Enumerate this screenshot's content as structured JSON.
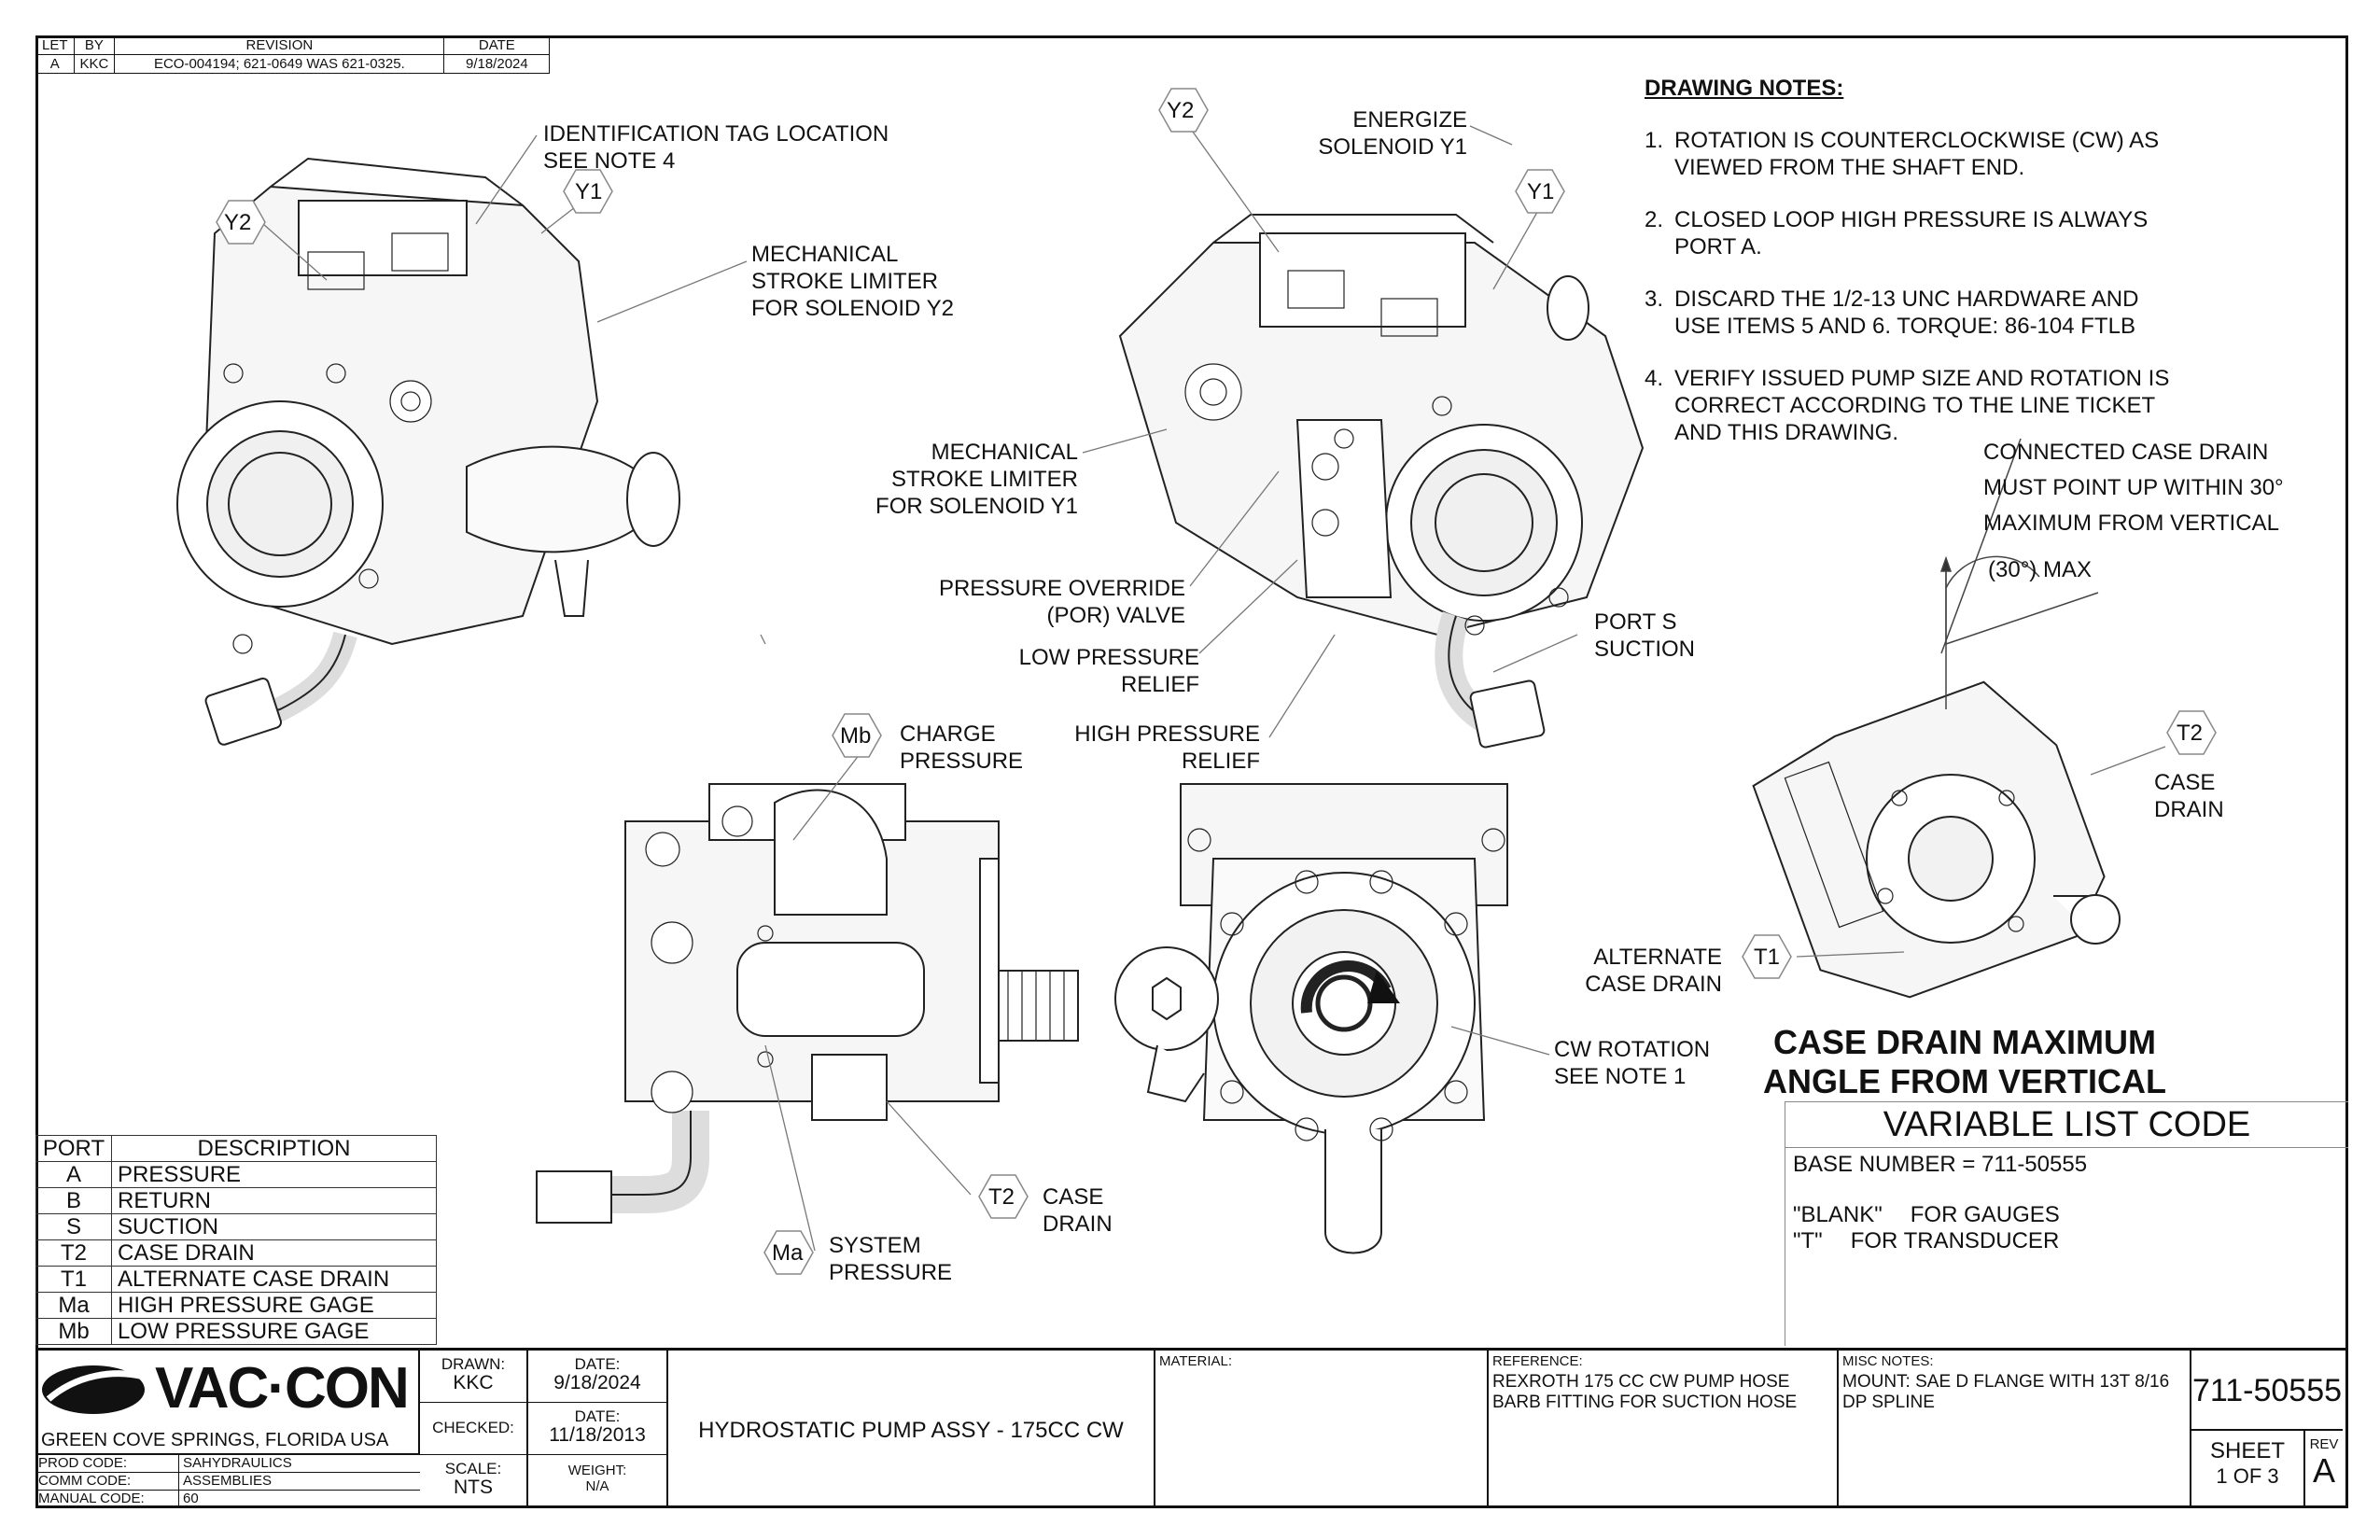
{
  "revision_table": {
    "headers": [
      "LET",
      "BY",
      "REVISION",
      "DATE"
    ],
    "row": [
      "A",
      "KKC",
      "ECO-004194; 621-0649 WAS 621-0325.",
      "9/18/2024"
    ]
  },
  "callouts": {
    "id_tag": [
      "IDENTIFICATION TAG LOCATION",
      "SEE NOTE 4"
    ],
    "stroke_y2": [
      "MECHANICAL",
      "STROKE LIMITER",
      "FOR SOLENOID Y2"
    ],
    "energize": [
      "ENERGIZE",
      "SOLENOID Y1"
    ],
    "stroke_y1": [
      "MECHANICAL",
      "STROKE LIMITER",
      "FOR SOLENOID Y1"
    ],
    "por": [
      "PRESSURE OVERRIDE",
      "(POR) VALVE"
    ],
    "lpr": [
      "LOW PRESSURE",
      "RELIEF"
    ],
    "hpr": [
      "HIGH PRESSURE",
      "RELIEF"
    ],
    "port_s": [
      "PORT S",
      "SUCTION"
    ],
    "charge": [
      "CHARGE",
      "PRESSURE"
    ],
    "case_drain_front": [
      "CASE",
      "DRAIN"
    ],
    "system": [
      "SYSTEM",
      "PRESSURE"
    ],
    "cw_rotation": [
      "CW ROTATION",
      "SEE NOTE 1"
    ],
    "case_drain_right": [
      "CASE",
      "DRAIN"
    ],
    "alt_case_drain": [
      "ALTERNATE",
      "CASE DRAIN"
    ],
    "connected": [
      "CONNECTED CASE DRAIN",
      "MUST POINT UP WITHIN 30°",
      "MAXIMUM FROM VERTICAL"
    ],
    "angle_max": "(30°) MAX",
    "case_drain_title": [
      "CASE DRAIN MAXIMUM",
      "ANGLE FROM  VERTICAL"
    ]
  },
  "hex_labels": {
    "y2": "Y2",
    "y1": "Y1",
    "mb": "Mb",
    "ma": "Ma",
    "t2": "T2",
    "t1": "T1"
  },
  "notes": {
    "title": "DRAWING NOTES:",
    "items": [
      {
        "num": "1.",
        "lines": [
          "ROTATION IS COUNTERCLOCKWISE (CW) AS",
          "VIEWED FROM THE SHAFT END."
        ]
      },
      {
        "num": "2.",
        "lines": [
          "CLOSED LOOP HIGH PRESSURE IS ALWAYS",
          "PORT A."
        ]
      },
      {
        "num": "3.",
        "lines": [
          "DISCARD THE 1/2-13 UNC HARDWARE AND",
          "USE ITEMS 5 AND 6.  TORQUE: 86-104 FTLB"
        ]
      },
      {
        "num": "4.",
        "lines": [
          "VERIFY ISSUED PUMP SIZE AND ROTATION IS",
          "CORRECT ACCORDING TO THE LINE TICKET",
          "AND THIS DRAWING."
        ]
      }
    ]
  },
  "variable_list": {
    "title": "VARIABLE LIST CODE",
    "base": "BASE NUMBER = 711-50555",
    "opt1": [
      "\"BLANK\"",
      "FOR GAUGES"
    ],
    "opt2": [
      "\"T\"",
      "FOR TRANSDUCER"
    ]
  },
  "port_table": {
    "headers": [
      "PORT",
      "DESCRIPTION"
    ],
    "rows": [
      [
        "A",
        "PRESSURE"
      ],
      [
        "B",
        "RETURN"
      ],
      [
        "S",
        "SUCTION"
      ],
      [
        "T2",
        "CASE DRAIN"
      ],
      [
        "T1",
        "ALTERNATE CASE DRAIN"
      ],
      [
        "Ma",
        "HIGH PRESSURE GAGE"
      ],
      [
        "Mb",
        "LOW PRESSURE GAGE"
      ]
    ]
  },
  "title_block": {
    "logo_text": "VAC·CON",
    "location": "GREEN COVE SPRINGS, FLORIDA USA",
    "codes": [
      [
        "PROD CODE:",
        "SAHYDRAULICS"
      ],
      [
        "COMM CODE:",
        "ASSEMBLIES"
      ],
      [
        "MANUAL CODE:",
        "60"
      ]
    ],
    "drawn_label": "DRAWN:",
    "drawn": "KKC",
    "date_label": "DATE:",
    "drawn_date": "9/18/2024",
    "checked_label": "CHECKED:",
    "checked_date": "11/18/2013",
    "scale_label": "SCALE:",
    "scale": "NTS",
    "weight_label": "WEIGHT:",
    "weight": "N/A",
    "description": "HYDROSTATIC PUMP ASSY - 175CC CW",
    "material_label": "MATERIAL:",
    "reference_label": "REFERENCE:",
    "reference": [
      "REXROTH 175 CC CW PUMP HOSE",
      "BARB FITTING FOR SUCTION HOSE"
    ],
    "misc_label": "MISC NOTES:",
    "misc": [
      "MOUNT: SAE D FLANGE WITH 13T 8/16",
      "DP SPLINE"
    ],
    "part_number": "711-50555",
    "sheet_label": "SHEET",
    "sheet": "1  OF 3",
    "rev_label": "REV",
    "rev": "A"
  }
}
